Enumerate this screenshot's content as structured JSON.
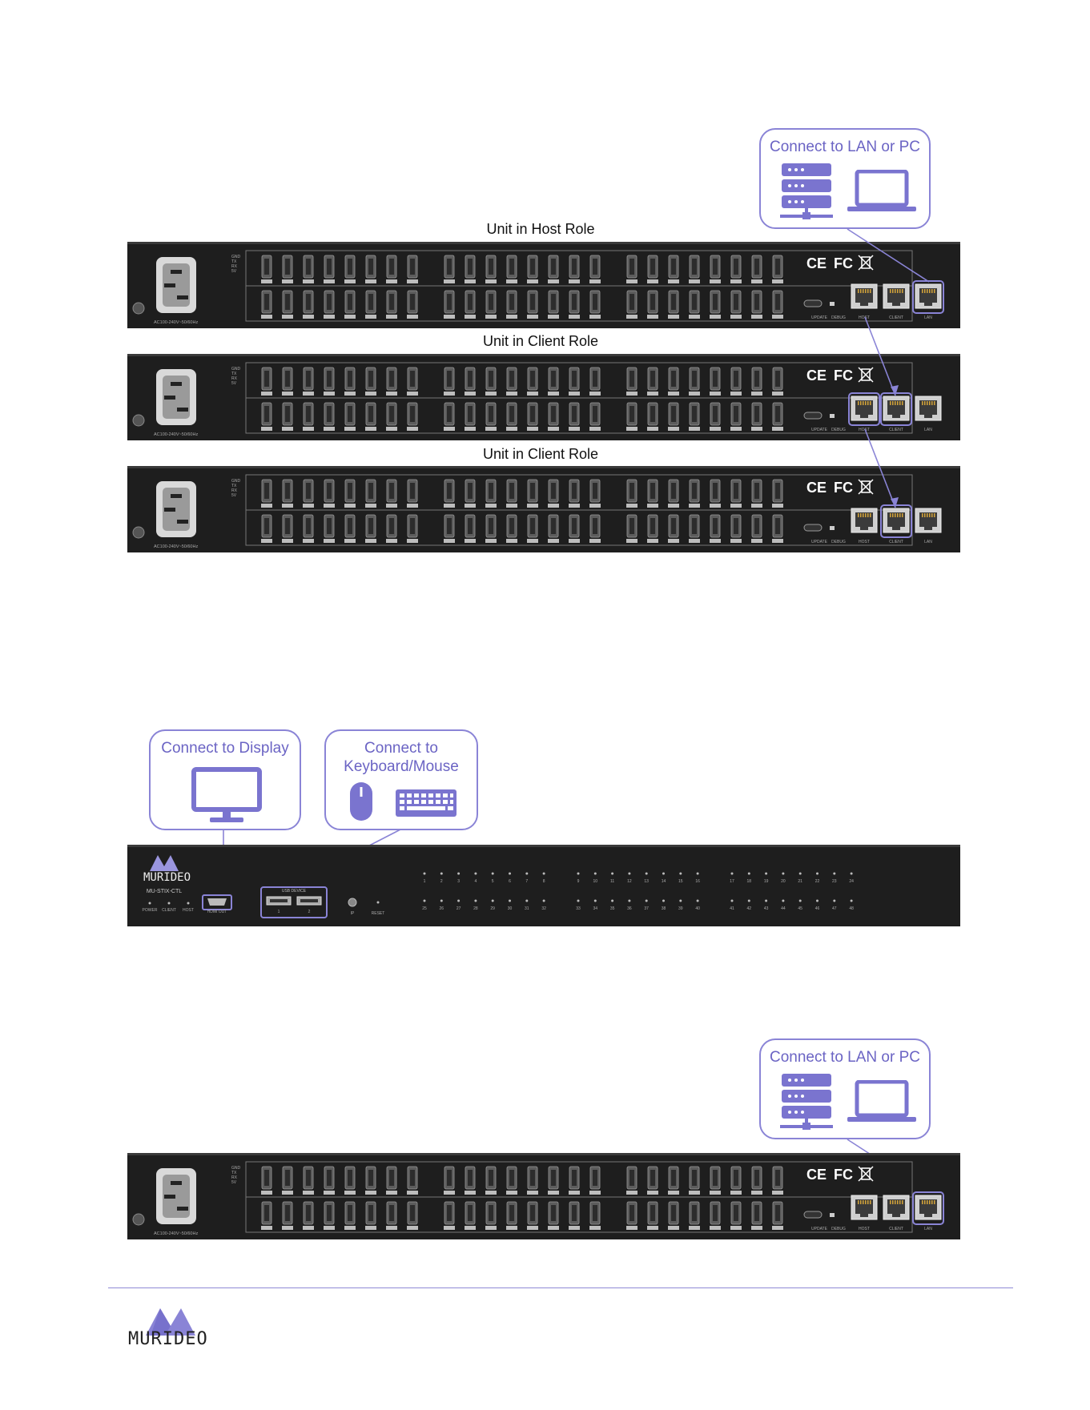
{
  "colors": {
    "accent": "#8a84d6",
    "accent_dark": "#6b64c4",
    "icon": "#7a74cf",
    "chassis": "#1e1e1e"
  },
  "section1": {
    "callout_lan": {
      "title": "Connect to LAN or PC",
      "icons": [
        "server-rack-icon",
        "laptop-icon"
      ]
    },
    "units": [
      {
        "role_label": "Unit in Host Role"
      },
      {
        "role_label": "Unit in Client Role"
      },
      {
        "role_label": "Unit in Client Role"
      }
    ]
  },
  "section2": {
    "callout_display": {
      "title": "Connect to Display",
      "icons": [
        "monitor-icon"
      ]
    },
    "callout_input": {
      "title_line1": "Connect to",
      "title_line2": "Keyboard/Mouse",
      "icons": [
        "mouse-icon",
        "keyboard-icon"
      ]
    },
    "front_panel": {
      "brand": "MURIDEO",
      "model": "MU-STIX-CTL",
      "led_labels": [
        "POWER",
        "CLIENT",
        "HOST"
      ],
      "hdmi_label": "HDMI OUT",
      "usb_label": "USB DEVICE",
      "usb_ports": [
        "1",
        "2"
      ],
      "ip_label": "IP",
      "reset_label": "RESET",
      "channels_top": [
        "1",
        "2",
        "3",
        "4",
        "5",
        "6",
        "7",
        "8",
        "9",
        "10",
        "11",
        "12",
        "13",
        "14",
        "15",
        "16",
        "17",
        "18",
        "19",
        "20",
        "21",
        "22",
        "23",
        "24"
      ],
      "channels_bottom": [
        "25",
        "26",
        "27",
        "28",
        "29",
        "30",
        "31",
        "32",
        "33",
        "34",
        "35",
        "36",
        "37",
        "38",
        "39",
        "40",
        "41",
        "42",
        "43",
        "44",
        "45",
        "46",
        "47",
        "48"
      ]
    }
  },
  "section3": {
    "callout_lan": {
      "title": "Connect to LAN or PC",
      "icons": [
        "server-rack-icon",
        "laptop-icon"
      ]
    }
  },
  "rear_panel": {
    "power_label": "AC100-240V~50/60Hz",
    "pin_labels": [
      "GND",
      "TX",
      "RX",
      "5V"
    ],
    "port_labels": [
      "UPDATE",
      "DEBUG",
      "HOST",
      "CLIENT",
      "LAN"
    ],
    "certifications": [
      "CE",
      "FC"
    ]
  },
  "footer": {
    "brand": "MURIDEO"
  }
}
